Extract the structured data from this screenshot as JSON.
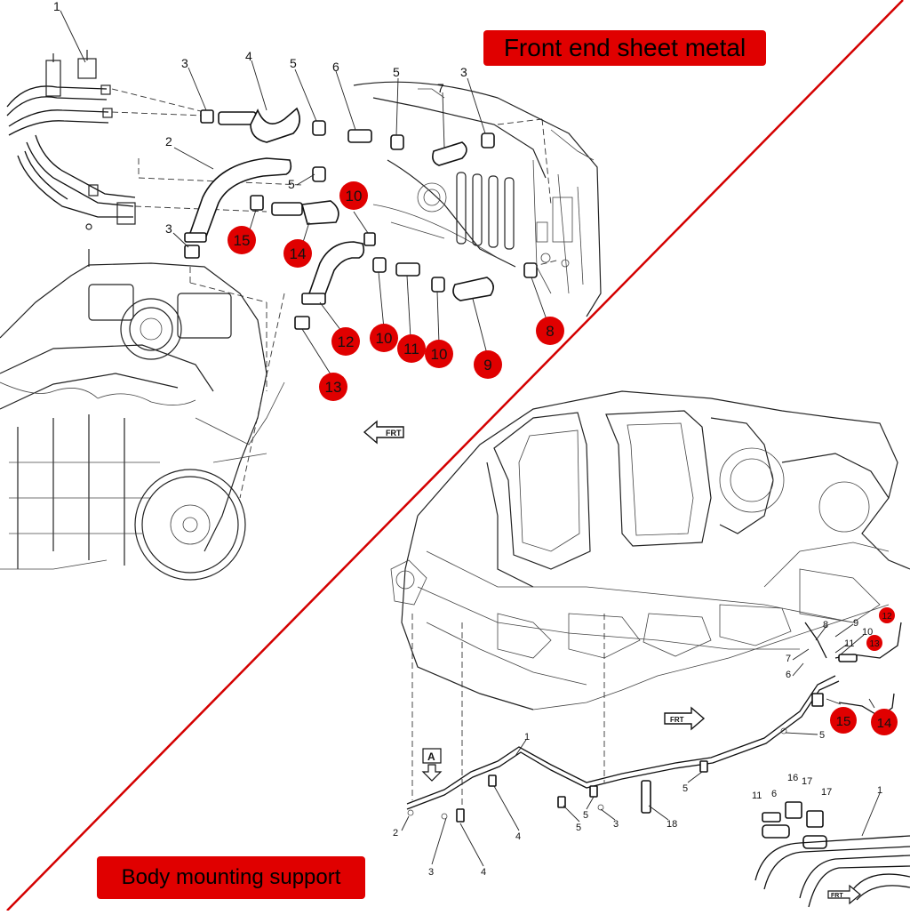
{
  "banners": {
    "front": "Front end sheet metal",
    "body": "Body mounting support"
  },
  "colors": {
    "accent_red": "#e00000",
    "divider_red": "#d40000",
    "ink": "#111111"
  },
  "callouts_black_top": [
    "1",
    "2",
    "3",
    "3",
    "3",
    "4",
    "5",
    "5",
    "5",
    "6",
    "7"
  ],
  "callouts_red_top": [
    "8",
    "9",
    "10",
    "10",
    "10",
    "11",
    "12",
    "13",
    "14",
    "15"
  ],
  "callouts_black_bottom": [
    "1",
    "1",
    "2",
    "3",
    "3",
    "4",
    "4",
    "5",
    "5",
    "5",
    "5",
    "6",
    "6",
    "7",
    "8",
    "9",
    "10",
    "11",
    "11",
    "16",
    "17",
    "17",
    "18"
  ],
  "callouts_red_bottom": [
    "12",
    "13",
    "14",
    "15"
  ],
  "arrow_labels": {
    "front_arrow": "FRT",
    "view_marker": "A"
  },
  "icons": [
    "front-arrow-icon",
    "view-a-marker-icon"
  ]
}
